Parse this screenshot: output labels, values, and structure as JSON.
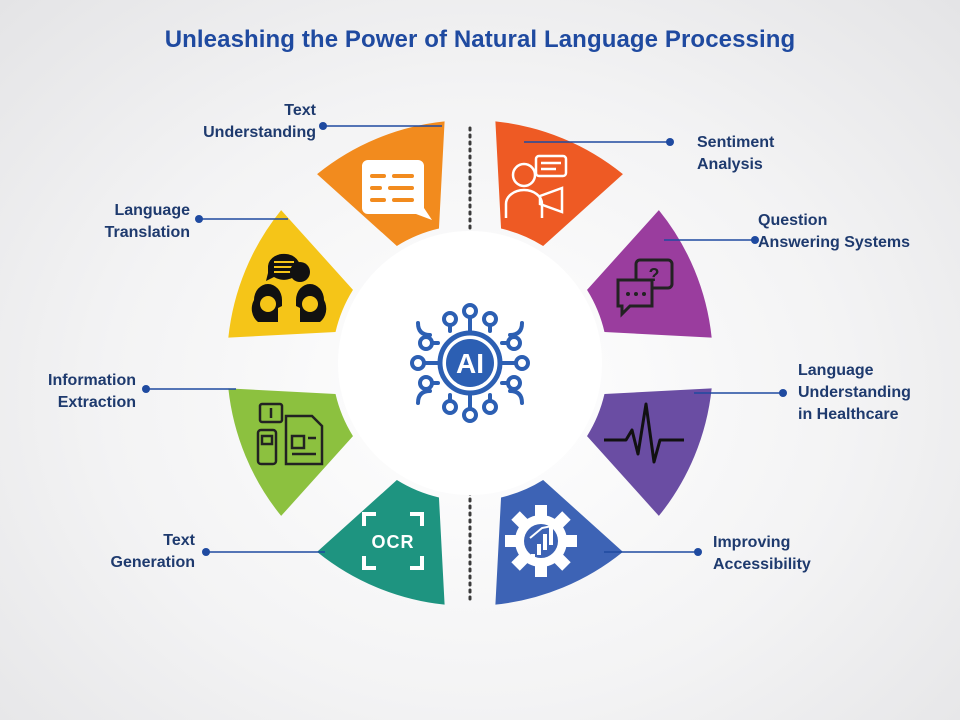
{
  "title": "Unleashing the Power of Natural Language Processing",
  "center": {
    "label": "AI",
    "icon": "ai-chip-icon",
    "color": "#2c5fb3"
  },
  "segments": [
    {
      "id": "text-understanding",
      "lines": [
        "Text",
        "Understanding"
      ],
      "color": "#f28b1e",
      "icon": "chat-bubble-icon"
    },
    {
      "id": "sentiment-analysis",
      "lines": [
        "Sentiment",
        "Analysis"
      ],
      "color": "#ee5a24",
      "icon": "person-megaphone-icon"
    },
    {
      "id": "question-answering",
      "lines": [
        "Question",
        "Answering Systems"
      ],
      "color": "#9a3d9e",
      "icon": "question-chat-icon"
    },
    {
      "id": "healthcare",
      "lines": [
        "Language",
        "Understanding",
        "in Healthcare"
      ],
      "color": "#6a4da3",
      "icon": "heartbeat-icon"
    },
    {
      "id": "accessibility",
      "lines": [
        "Improving",
        "Accessibility"
      ],
      "color": "#3d63b5",
      "icon": "gear-chart-icon"
    },
    {
      "id": "text-generation",
      "lines": [
        "Text",
        "Generation"
      ],
      "color": "#1e9480",
      "icon": "ocr-scan-icon",
      "icon_text": "OCR"
    },
    {
      "id": "information-extraction",
      "lines": [
        "Information",
        "Extraction"
      ],
      "color": "#8cc13f",
      "icon": "document-devices-icon"
    },
    {
      "id": "language-translation",
      "lines": [
        "Language",
        "Translation"
      ],
      "color": "#f5c518",
      "icon": "people-talking-icon"
    }
  ],
  "line_color": "#1f4aa0"
}
